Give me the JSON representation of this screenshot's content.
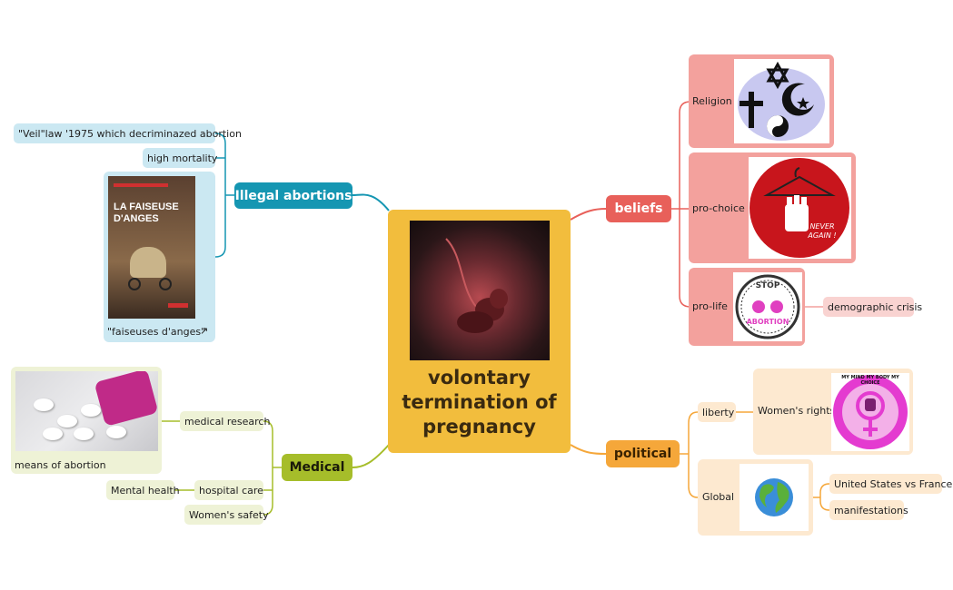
{
  "center": {
    "title": "volontary termination of pregnancy"
  },
  "illegal": {
    "label": "Illegal abortions",
    "items": [
      "\"Veil\"law '1975 which decriminazed abortion",
      "high mortality"
    ],
    "book": {
      "title_line1": "LA FAISEUSE",
      "title_line2": "D'ANGES",
      "caption": "\"faiseuses d'anges\""
    }
  },
  "medical": {
    "label": "Medical",
    "items": [
      "medical research",
      "hospital care",
      "Women's safety"
    ],
    "mental_health": "Mental health",
    "image_caption": "means of abortion"
  },
  "beliefs": {
    "label": "beliefs",
    "items": [
      "Religion",
      "pro-choice",
      "pro-life"
    ],
    "demographic": "demographic crisis",
    "never_again": "NEVER AGAIN !",
    "stop_abortion_top": "STOP",
    "stop_abortion_bottom": "ABORTION"
  },
  "political": {
    "label": "political",
    "liberty": "liberty",
    "womens_rights": "Women's rights",
    "global": "Global",
    "global_items": [
      "United States vs France",
      "manifestations"
    ],
    "badge_text": "MY MIND MY BODY MY CHOICE"
  },
  "colors": {
    "center": "#f2bd3d",
    "illegal": "#1596b2",
    "illegal_light": "#cbe8f2",
    "medical": "#a6bd2a",
    "medical_light": "#eef2d6",
    "beliefs": "#e8605a",
    "beliefs_light": "#f3a19d",
    "beliefs_node": "#f9d3d1",
    "political": "#f5a73a",
    "political_light": "#fde9d0"
  }
}
